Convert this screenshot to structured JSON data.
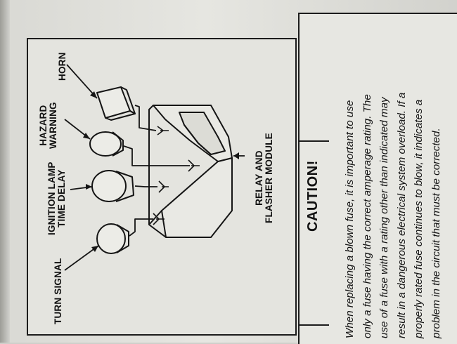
{
  "diagram": {
    "labels": {
      "horn": "HORN",
      "hazard_warning": [
        "HAZARD",
        "WARNING"
      ],
      "ignition_lamp": [
        "IGNITION LAMP",
        "TIME DELAY"
      ],
      "turn_signal": "TURN SIGNAL",
      "relay_module": [
        "RELAY AND",
        "FLASHER MODULE"
      ]
    }
  },
  "caution": {
    "title": "CAUTION!",
    "lines": [
      "When replacing a blown fuse, it is important to use",
      "only a fuse having the correct amperage rating. The",
      "use of a fuse with a rating other than indicated may",
      "result in a dangerous electrical system overload. If a",
      "properly rated fuse continues to blow, it indicates a",
      "problem in the circuit that must be corrected."
    ]
  },
  "colors": {
    "ink": "#151515",
    "paper": "#e6e6e1"
  }
}
